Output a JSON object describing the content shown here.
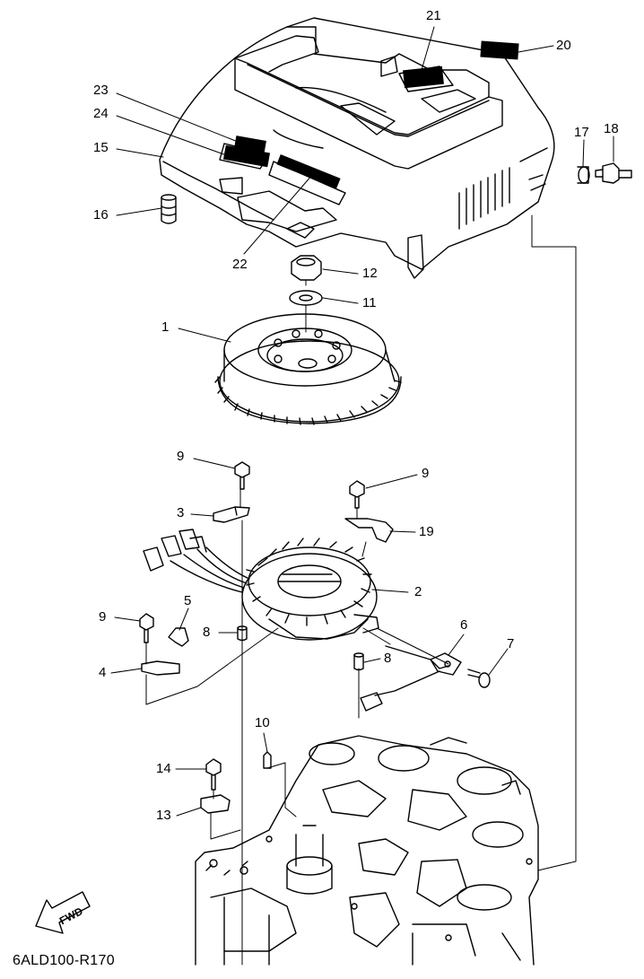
{
  "callouts": {
    "c1": "1",
    "c2": "2",
    "c3": "3",
    "c4": "4",
    "c5": "5",
    "c6": "6",
    "c7": "7",
    "c8a": "8",
    "c8b": "8",
    "c9a": "9",
    "c9b": "9",
    "c9c": "9",
    "c10": "10",
    "c11": "11",
    "c12": "12",
    "c13": "13",
    "c14": "14",
    "c15": "15",
    "c16": "16",
    "c17": "17",
    "c18": "18",
    "c19": "19",
    "c20": "20",
    "c21": "21",
    "c22": "22",
    "c23": "23",
    "c24": "24"
  },
  "fwd_label": "FWD",
  "figure_code": "6ALD100-R170",
  "colors": {
    "line": "#000000",
    "background": "#ffffff"
  }
}
